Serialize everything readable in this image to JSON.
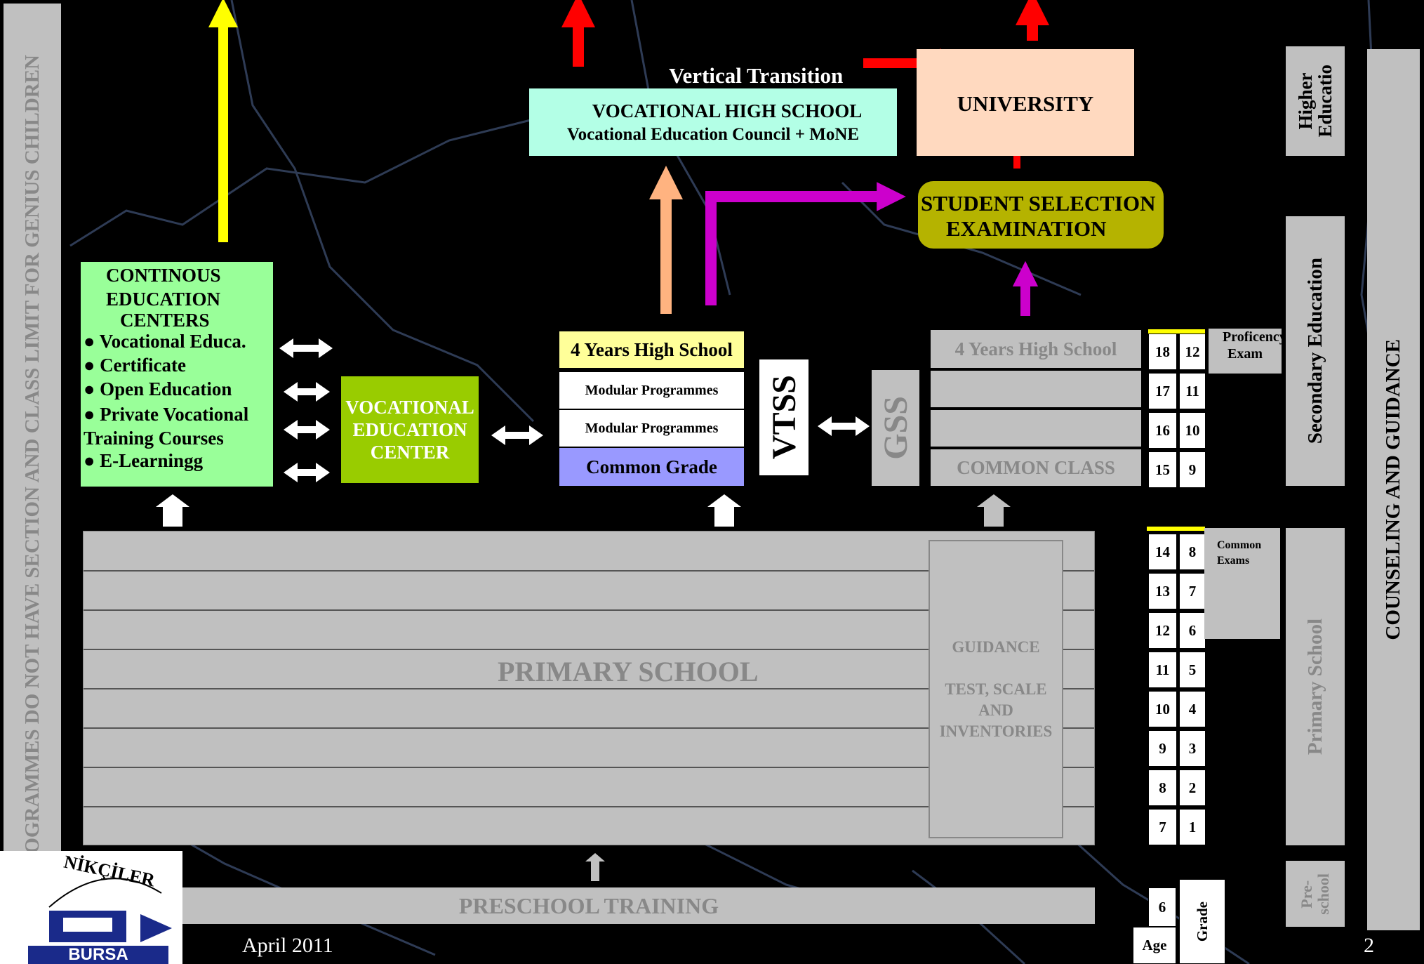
{
  "side_left": "PROGRAMMES DO NOT HAVE SECTION AND CLASS LIMIT FOR GENIUS CHILDREN",
  "side_right": "COUNSELING AND GUIDANCE",
  "vertical_transition": "Vertical Transition",
  "voc_high_school": {
    "line1": "VOCATIONAL HIGH SCHOOL",
    "line2": "Vocational Education Council  + MoNE"
  },
  "university": "UNIVERSITY",
  "student_selection": {
    "line1": "STUDENT SELECTION",
    "line2": "EXAMINATION"
  },
  "continuous_centers": {
    "title_lines": [
      "CONTINOUS",
      "EDUCATION",
      "CENTERS"
    ],
    "items": [
      "Vocational Educa.",
      "Certificate",
      "Open Education",
      "Private Vocational Training Courses",
      "E-Learningg"
    ]
  },
  "voc_center": [
    "VOCATIONAL",
    "EDUCATION",
    "CENTER"
  ],
  "hs_left": {
    "title": "4 Years High School",
    "modular1": "Modular Programmes",
    "modular2": "Modular Programmes",
    "common": "Common Grade"
  },
  "vtss": "VTSS",
  "gss": "GSS",
  "hs_right": {
    "title": "4 Years High School",
    "common": "COMMON CLASS"
  },
  "primary_school": "PRIMARY SCHOOL",
  "guidance": {
    "line1": "GUIDANCE",
    "line2": "TEST, SCALE",
    "line3": "AND",
    "line4": "INVENTORIES"
  },
  "preschool_training": "PRESCHOOL TRAINING",
  "ages_secondary": [
    "18",
    "17",
    "16",
    "15"
  ],
  "grades_secondary": [
    "12",
    "11",
    "10",
    "9"
  ],
  "ages_primary": [
    "14",
    "13",
    "12",
    "11",
    "10",
    "9",
    "8",
    "7"
  ],
  "grades_primary": [
    "8",
    "7",
    "6",
    "5",
    "4",
    "3",
    "2",
    "1"
  ],
  "age_pre": "6",
  "age_label": "Age",
  "grade_label": "Grade",
  "proficiency": {
    "line1": "Proficency",
    "line2": "Exam"
  },
  "common_exams": {
    "line1": "Common",
    "line2": "Exams"
  },
  "levels": {
    "higher": {
      "line1": "Higher",
      "line2": "Educatio"
    },
    "secondary": "Secondary Education",
    "primary": "Primary School",
    "preschool": {
      "line1": "Pre-",
      "line2": "school"
    }
  },
  "logo": {
    "arc_text": "NİKÇİLER",
    "name": "BURSA"
  },
  "date": "April 2011",
  "page_number": "2",
  "colors": {
    "green": "#99ff99",
    "lime": "#99cc00",
    "mint": "#b3ffe6",
    "peach": "#ffd9bf",
    "olive": "#b5b300",
    "yellow_cell": "#ffff99",
    "blue_cell": "#9999ff",
    "gray": "#c0c0c0",
    "red": "#ff0000",
    "magenta": "#cc00cc",
    "orange": "#ffb380",
    "yellow_arrow": "#ffff00"
  }
}
